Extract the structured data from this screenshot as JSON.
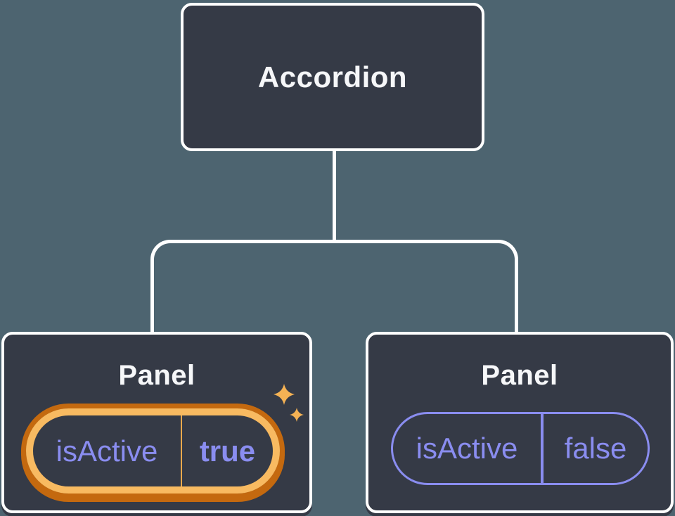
{
  "colors": {
    "background": "#4D6470",
    "node-fill": "#353A46",
    "node-border": "#FFFFFF",
    "label-text": "#F6F7F9",
    "purple": "#8A8DF0",
    "orange-dark": "#C4690F",
    "gold": "#F8BA61",
    "gold-divider": "#EDA94C",
    "sparkle-gold": "#F5B254"
  },
  "tree": {
    "root": {
      "label": "Accordion"
    },
    "children": [
      {
        "label": "Panel",
        "state": {
          "key": "isActive",
          "value": "true"
        },
        "highlighted": true,
        "has_sparkles": true
      },
      {
        "label": "Panel",
        "state": {
          "key": "isActive",
          "value": "false"
        },
        "highlighted": false,
        "has_sparkles": false
      }
    ]
  }
}
